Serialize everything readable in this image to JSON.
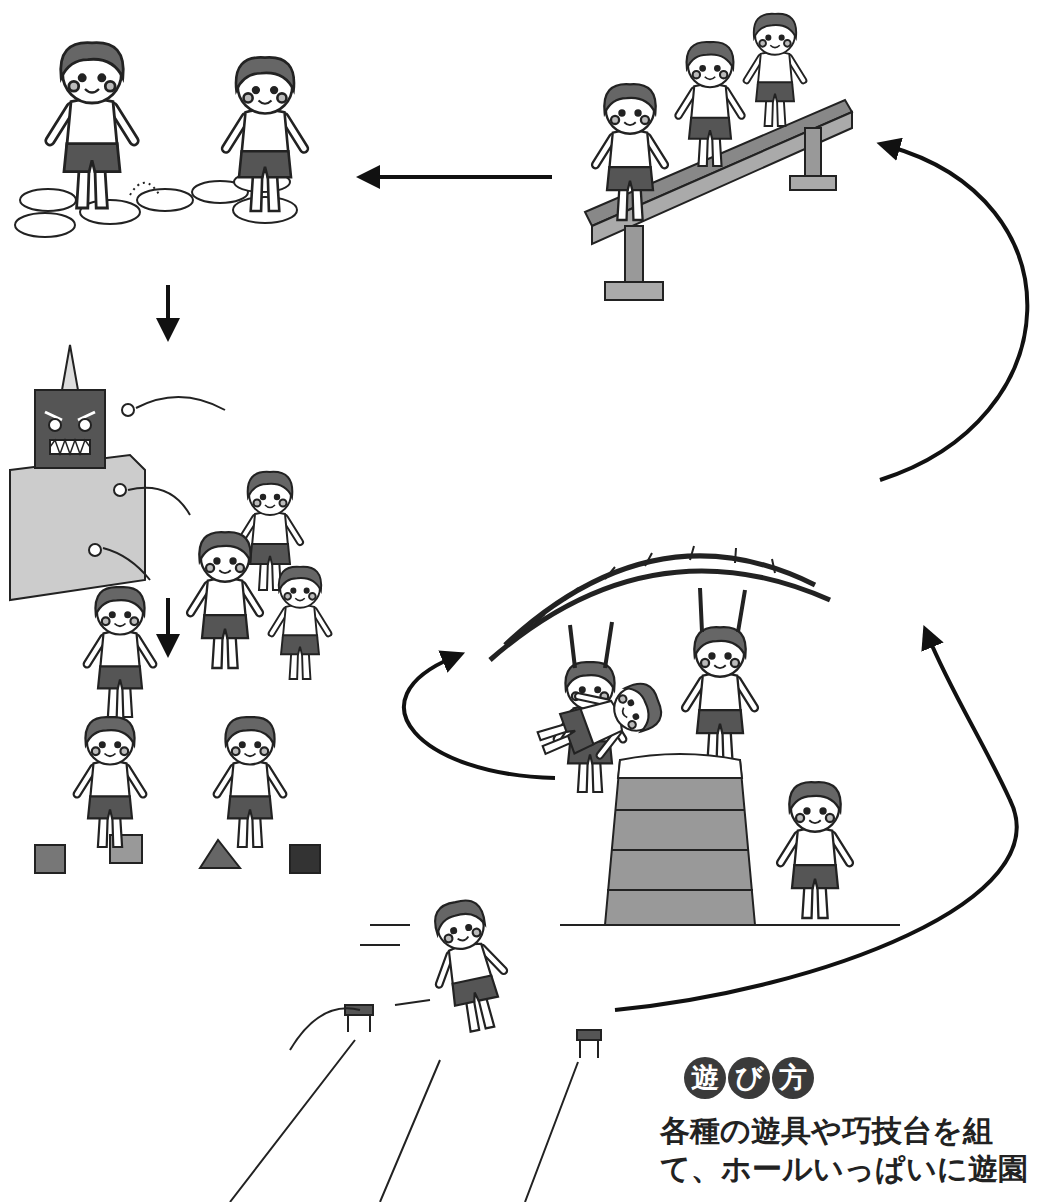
{
  "diagram": {
    "nodes": [
      {
        "text": [
          "遊"
        ]
      },
      {
        "text": [
          "び"
        ]
      },
      {
        "text": [
          "方"
        ]
      }
    ],
    "labels": [
      "各種の遊具や巧技台を組 て、ホールいっぱいに遊園"
    ]
  }
}
